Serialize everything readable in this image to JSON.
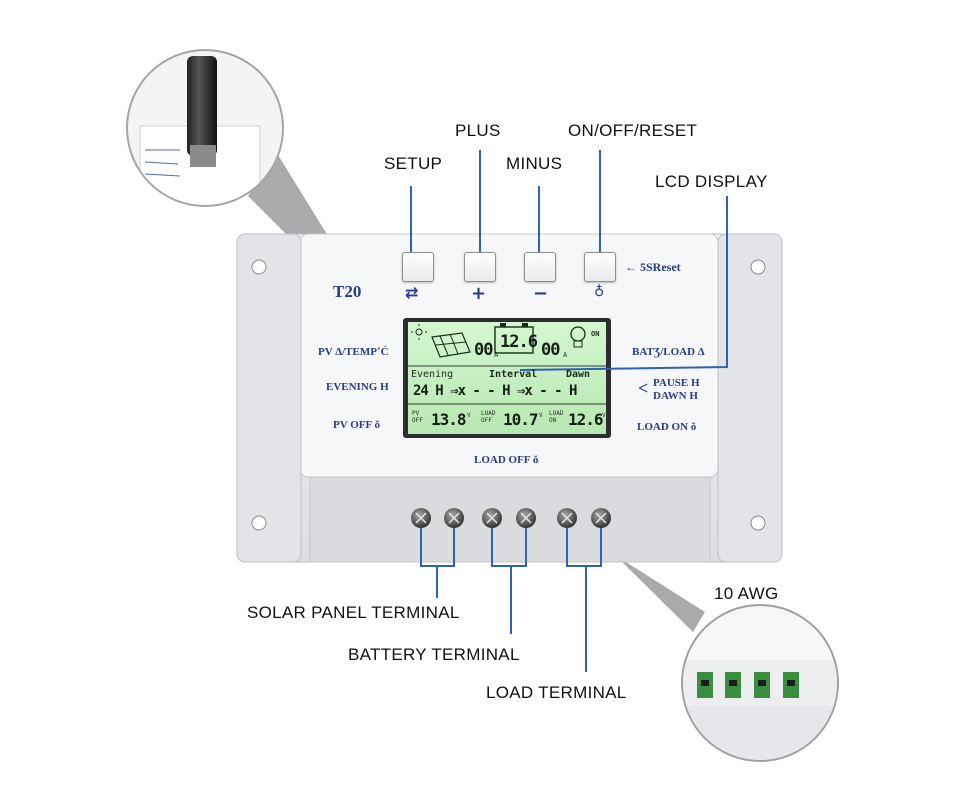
{
  "callouts": {
    "plus": "PLUS",
    "on_off_reset": "ON/OFF/RESET",
    "setup": "SETUP",
    "minus": "MINUS",
    "lcd_display": "LCD  DISPLAY",
    "awg": "10  AWG",
    "solar_panel_terminal": "SOLAR  PANEL  TERMINAL",
    "battery_terminal": "BATTERY  TERMINAL",
    "load_terminal": "LOAD  TERMINAL"
  },
  "panel": {
    "model": "T20",
    "reset_hint": "← 5SReset",
    "pv_temp": "PV Δ/TEMP˚Ć",
    "evening": "EVENING H",
    "pv_off": "PV OFF ǒ",
    "bat_load": "BATƷ/LOAD Δ",
    "pause": "PAUSE H",
    "dawn": "DAWN H",
    "load_on": "LOAD ON ǒ",
    "load_off": "LOAD OFF ǒ"
  },
  "lcd": {
    "pv_current": "00",
    "battery_voltage": "12.6",
    "load_current": "00",
    "on_tag": "ON",
    "evening_label": "Evening",
    "interval_label": "Interval",
    "dawn_label": "Dawn",
    "timer_row": "24 H  ⇒x - - H  ⇒x - - H",
    "pv_off_tag": "PV OFF",
    "pv_off_value": "13.8",
    "load_off_tag": "LOAD OFF",
    "load_off_value": "10.7",
    "load_on_tag": "LOAD ON",
    "load_on_value": "12.6",
    "unit_a": "A",
    "unit_v": "V"
  },
  "colors": {
    "leader_line": "#2f62b6",
    "panel_label": "#2a3a8c",
    "lcd_backlight": "#c9efc6",
    "housing": "#e9eaec"
  }
}
